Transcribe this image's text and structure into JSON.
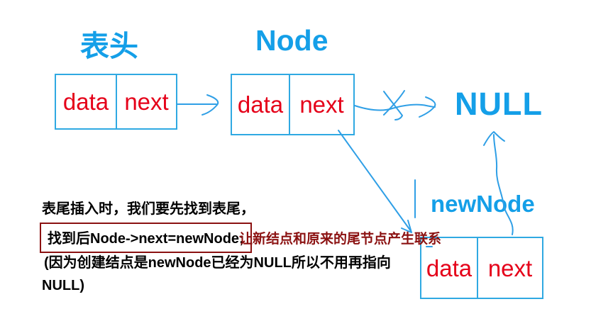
{
  "colors": {
    "accent_blue": "#149fe8",
    "box_border": "#2fa9e2",
    "stroke_blue": "#2f9fe6",
    "cell_red": "#e50019",
    "dark_red": "#8b1111"
  },
  "diagram": {
    "head": {
      "title": "表头",
      "cells": [
        "data",
        "next"
      ]
    },
    "node": {
      "title": "Node",
      "cells": [
        "data",
        "next"
      ]
    },
    "newnode": {
      "title": "newNode",
      "cells": [
        "data",
        "next"
      ]
    },
    "null_label": "NULL",
    "arrows": {
      "head_to_node": "straight right arrow",
      "node_to_null": "hand-drawn arrow crossed out with X",
      "node_to_newnode": "diagonal arrow down-right",
      "newnode_to_null": "hand-drawn arrow up"
    }
  },
  "notes": {
    "line1": "表尾插入时，我们要先找到表尾，",
    "boxed_code": "找到后Node->next=newNode;",
    "red_comment": "让新结点和原来的尾节点产生联系",
    "line3": "(因为创建结点是newNode已经为NULL所以不用再指向",
    "line4": "NULL)"
  }
}
